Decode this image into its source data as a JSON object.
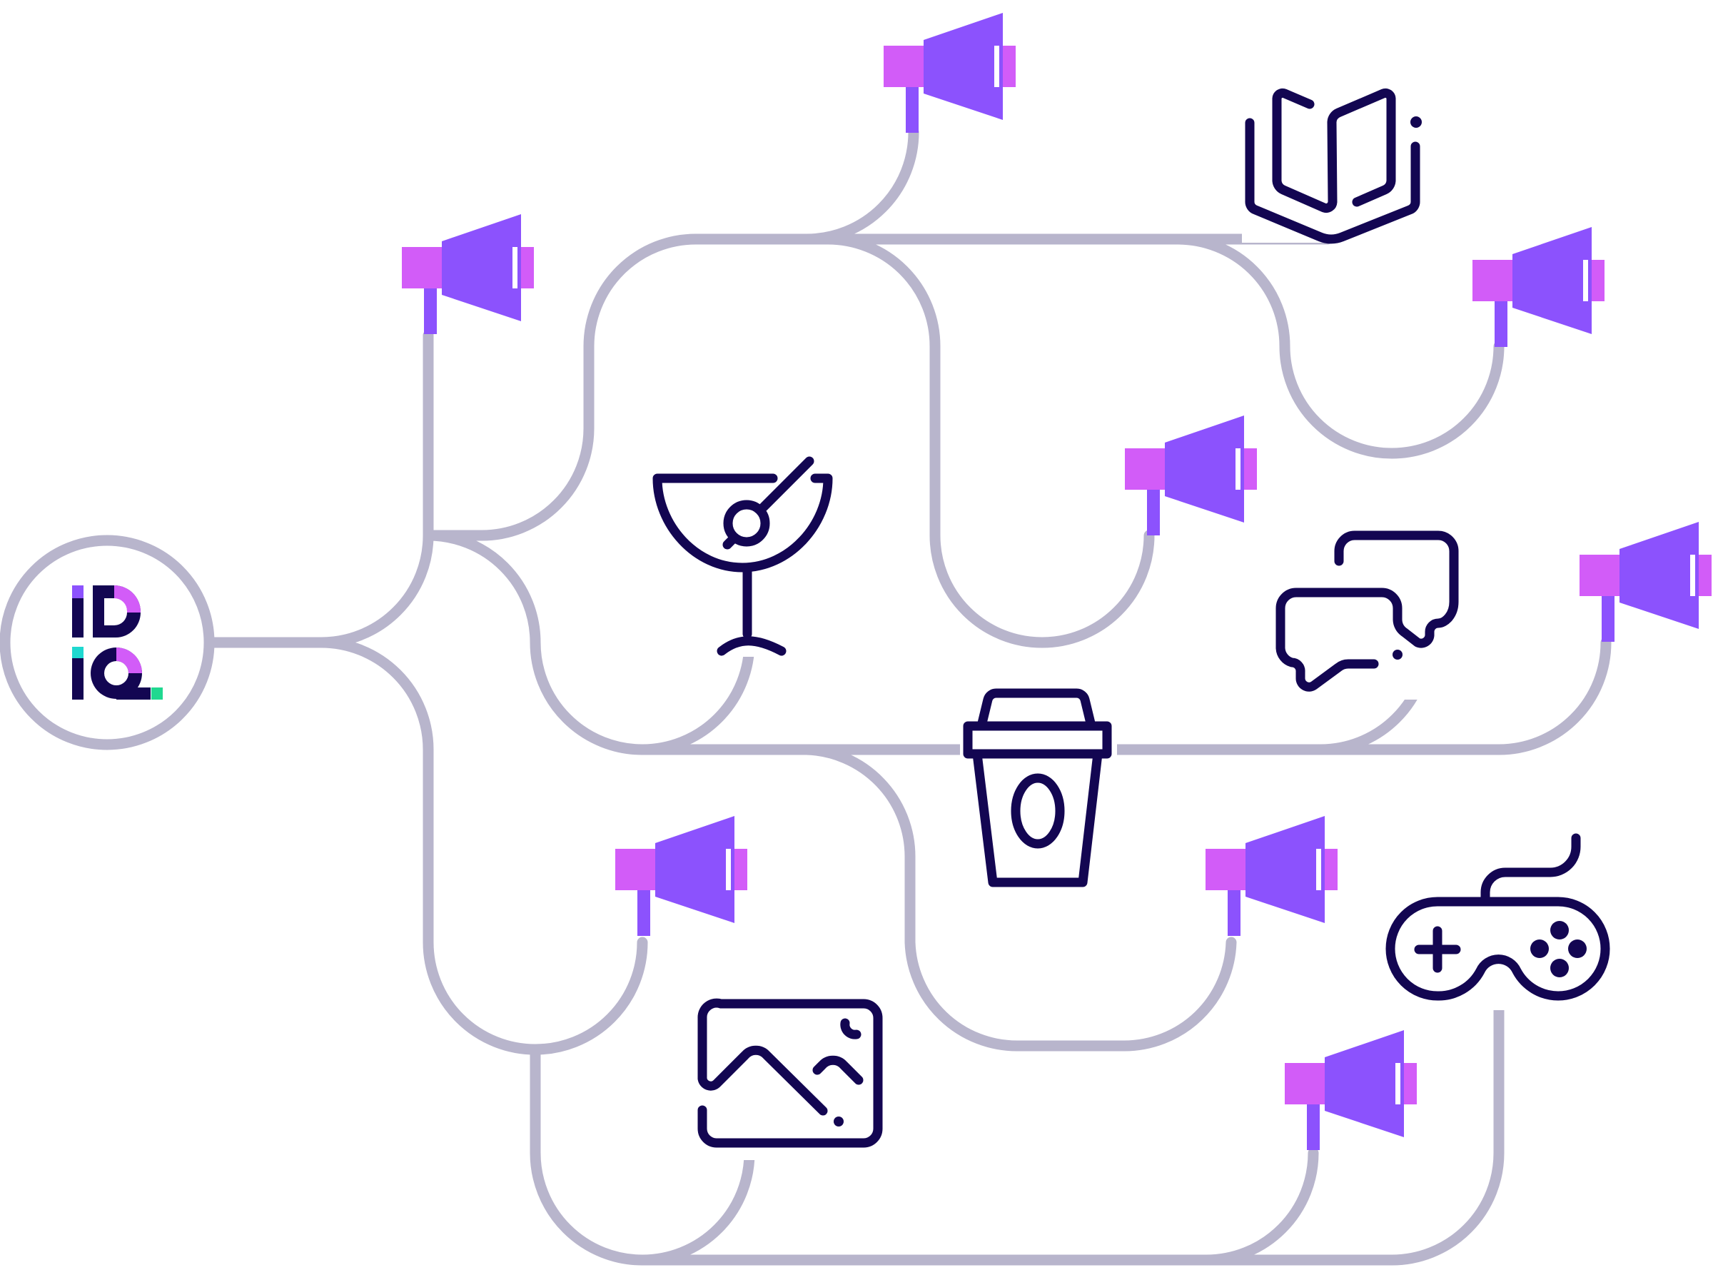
{
  "logo": {
    "text": "IDIQ",
    "colors": {
      "dark": "#130652",
      "magenta": "#d25cf8",
      "violet": "#8c52fd",
      "cyan": "#1fd8d0",
      "green": "#20d890"
    }
  },
  "colors": {
    "route": "#b8b5cc",
    "megaphone_body": "#8c52fd",
    "megaphone_back": "#d25cf8",
    "icon_stroke": "#130652",
    "background": "#ffffff"
  },
  "megaphones": [
    {
      "name": "megaphone-top-center"
    },
    {
      "name": "megaphone-upper-left"
    },
    {
      "name": "megaphone-upper-right"
    },
    {
      "name": "megaphone-center"
    },
    {
      "name": "megaphone-far-right"
    },
    {
      "name": "megaphone-lower-left"
    },
    {
      "name": "megaphone-lower-right"
    },
    {
      "name": "megaphone-bottom-right"
    }
  ],
  "icons": [
    {
      "name": "book-icon"
    },
    {
      "name": "cocktail-glass-icon"
    },
    {
      "name": "chat-bubbles-icon"
    },
    {
      "name": "coffee-cup-icon"
    },
    {
      "name": "game-controller-icon"
    },
    {
      "name": "picture-frame-icon"
    }
  ]
}
